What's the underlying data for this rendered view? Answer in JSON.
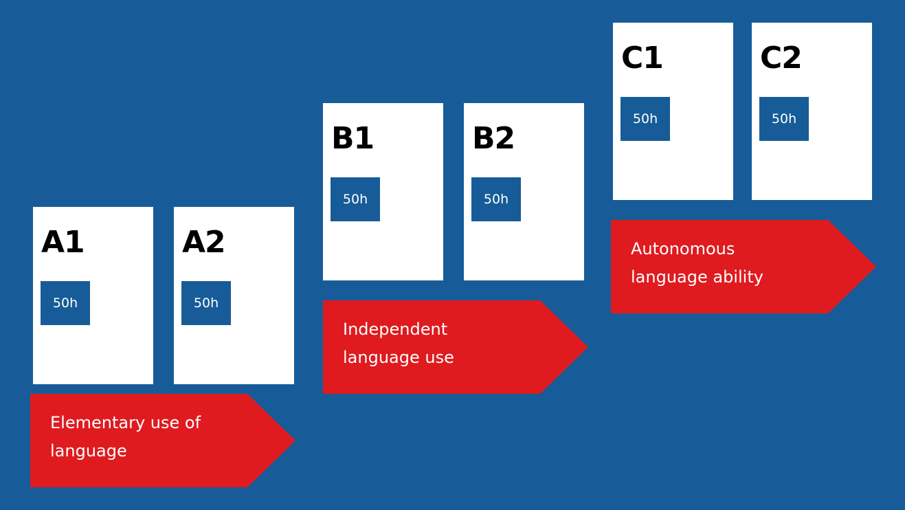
{
  "colors": {
    "background": "#175c98",
    "card": "#ffffff",
    "hours_box": "#175c98",
    "arrow": "#df1b1f",
    "code_text": "#000000",
    "light_text": "#ffffff"
  },
  "groups": [
    {
      "arrow_label": "Elementary use of\nlanguage",
      "levels": [
        {
          "code": "A1",
          "hours": "50h"
        },
        {
          "code": "A2",
          "hours": "50h"
        }
      ]
    },
    {
      "arrow_label": "Independent\nlanguage use",
      "levels": [
        {
          "code": "B1",
          "hours": "50h"
        },
        {
          "code": "B2",
          "hours": "50h"
        }
      ]
    },
    {
      "arrow_label": "Autonomous\nlanguage ability",
      "levels": [
        {
          "code": "C1",
          "hours": "50h"
        },
        {
          "code": "C2",
          "hours": "50h"
        }
      ]
    }
  ]
}
